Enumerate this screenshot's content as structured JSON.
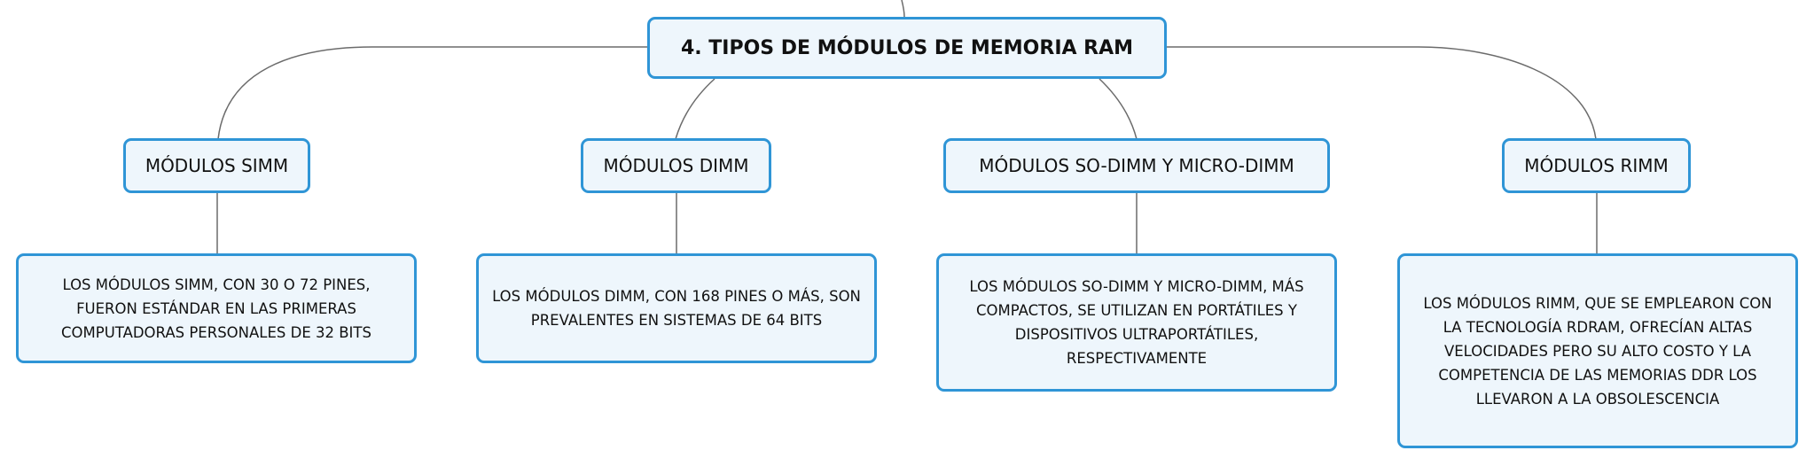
{
  "root": {
    "title": "4. TIPOS DE MÓDULOS DE MEMORIA RAM"
  },
  "branches": [
    {
      "label": "MÓDULOS SIMM",
      "description": "LOS MÓDULOS SIMM, CON 30 O 72 PINES, FUERON ESTÁNDAR EN LAS PRIMERAS COMPUTADORAS PERSONALES DE 32 BITS"
    },
    {
      "label": "MÓDULOS DIMM",
      "description": "LOS MÓDULOS DIMM, CON 168 PINES O MÁS, SON PREVALENTES EN SISTEMAS DE 64 BITS"
    },
    {
      "label": "MÓDULOS SO-DIMM Y MICRO-DIMM",
      "description": "LOS MÓDULOS SO-DIMM Y MICRO-DIMM, MÁS COMPACTOS, SE UTILIZAN EN PORTÁTILES Y DISPOSITIVOS ULTRAPORTÁTILES, RESPECTIVAMENTE"
    },
    {
      "label": "MÓDULOS RIMM",
      "description": "LOS MÓDULOS RIMM, QUE SE EMPLEARON CON LA TECNOLOGÍA RDRAM, OFRECÍAN ALTAS VELOCIDADES PERO SU ALTO COSTO Y LA COMPETENCIA DE LAS MEMORIAS DDR LOS LLEVARON A LA OBSOLESCENCIA"
    }
  ],
  "colors": {
    "node_border": "#2f95d6",
    "node_fill": "#eef6fc",
    "connector": "#6b6b6b"
  }
}
